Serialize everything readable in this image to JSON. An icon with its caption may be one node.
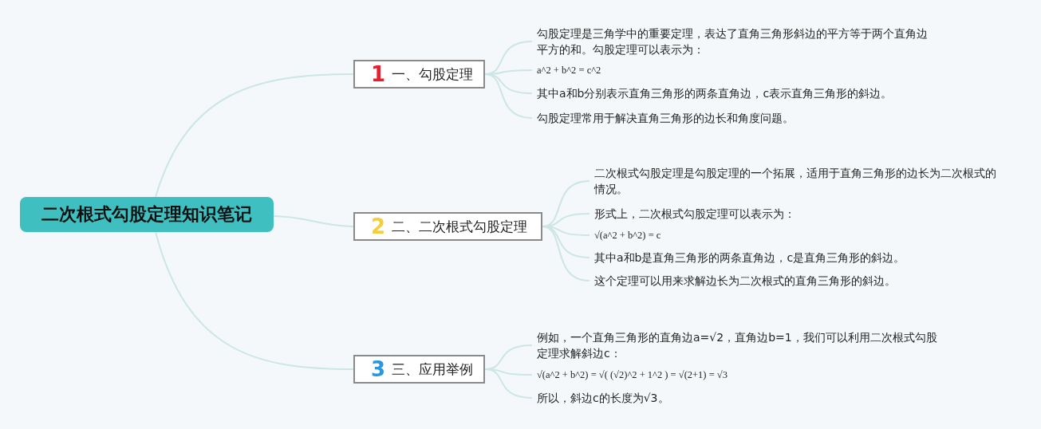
{
  "diagram": {
    "nodes": [
      {
        "text": [
          "二次根式勾股定理知识笔记"
        ]
      },
      {
        "text": [
          "1",
          "一、勾股定理"
        ]
      },
      {
        "text": [
          "2",
          "二、二次根式勾股定理"
        ]
      },
      {
        "text": [
          "3",
          "三、应用举例"
        ]
      },
      {
        "text": [
          "勾股定理是三角学中的重要定理，表达了直角三角形斜边的平方等于两个直角边平方的和。勾股定理可以表示为："
        ]
      },
      {
        "text": [
          "a^2 + b^2 = c^2"
        ]
      },
      {
        "text": [
          "其中a和b分别表示直角三角形的两条直角边，c表示直角三角形的斜边。"
        ]
      },
      {
        "text": [
          "勾股定理常用于解决直角三角形的边长和角度问题。"
        ]
      },
      {
        "text": [
          "二次根式勾股定理是勾股定理的一个拓展，适用于直角三角形的边长为二次根式的情况。"
        ]
      },
      {
        "text": [
          "形式上，二次根式勾股定理可以表示为："
        ]
      },
      {
        "text": [
          "√(a^2 + b^2) = c"
        ]
      },
      {
        "text": [
          "其中a和b是直角三角形的两条直角边，c是直角三角形的斜边。"
        ]
      },
      {
        "text": [
          "这个定理可以用来求解边长为二次根式的直角三角形的斜边。"
        ]
      },
      {
        "text": [
          "例如，一个直角三角形的直角边a=√2，直角边b=1，我们可以利用二次根式勾股定理求解斜边c："
        ]
      },
      {
        "text": [
          "√(a^2 + b^2) = √( (√2)^2 + 1^2 ) = √(2+1) = √3"
        ]
      },
      {
        "text": [
          "所以，斜边c的长度为√3。"
        ]
      }
    ],
    "edges": [
      {
        "from": 0,
        "to": 1,
        "arrow": "none"
      },
      {
        "from": 0,
        "to": 2,
        "arrow": "none"
      },
      {
        "from": 0,
        "to": 3,
        "arrow": "none"
      },
      {
        "from": 1,
        "to": 4,
        "arrow": "none"
      },
      {
        "from": 1,
        "to": 5,
        "arrow": "none"
      },
      {
        "from": 1,
        "to": 6,
        "arrow": "none"
      },
      {
        "from": 1,
        "to": 7,
        "arrow": "none"
      },
      {
        "from": 2,
        "to": 8,
        "arrow": "none"
      },
      {
        "from": 2,
        "to": 9,
        "arrow": "none"
      },
      {
        "from": 2,
        "to": 10,
        "arrow": "none"
      },
      {
        "from": 2,
        "to": 11,
        "arrow": "none"
      },
      {
        "from": 2,
        "to": 12,
        "arrow": "none"
      },
      {
        "from": 3,
        "to": 13,
        "arrow": "none"
      },
      {
        "from": 3,
        "to": 14,
        "arrow": "none"
      },
      {
        "from": 3,
        "to": 15,
        "arrow": "none"
      }
    ]
  }
}
